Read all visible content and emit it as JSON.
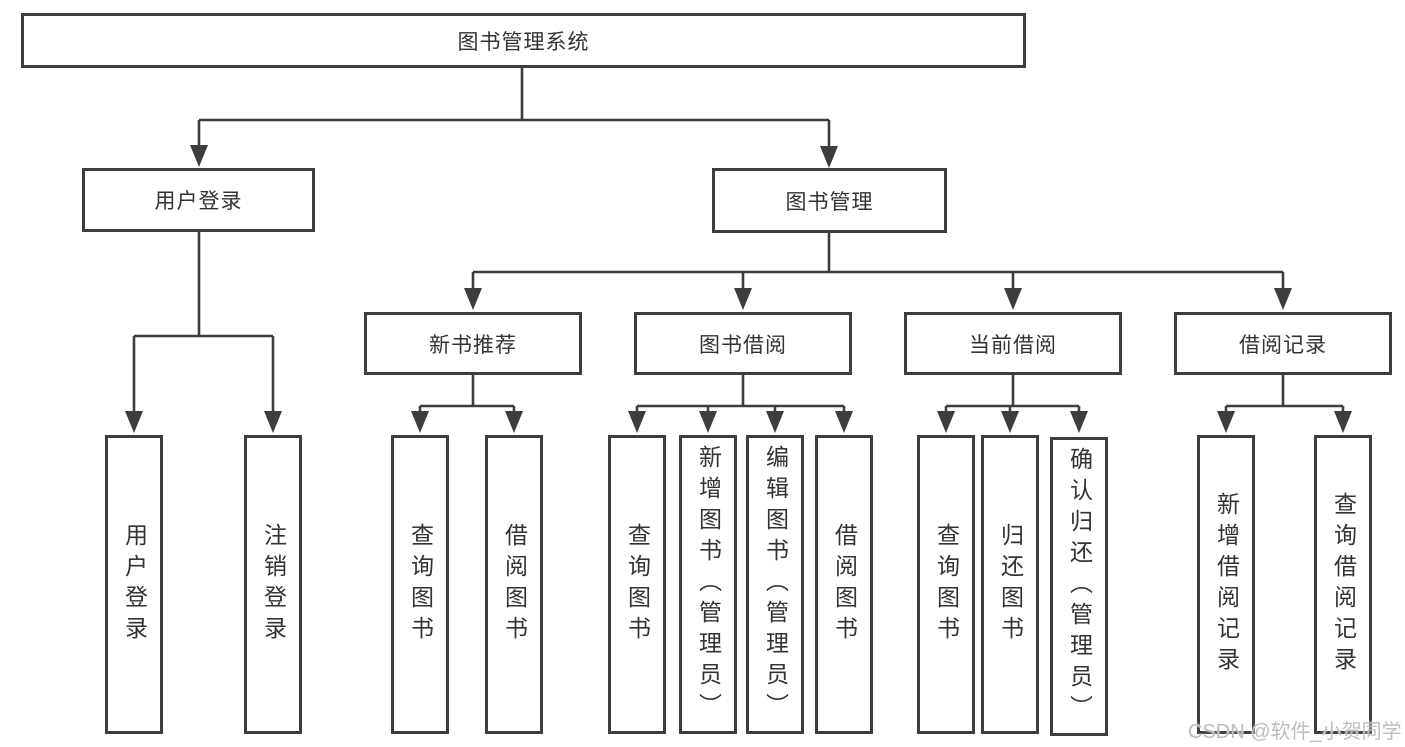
{
  "diagram": {
    "root_label": "图书管理系统",
    "user_login": {
      "label": "用户登录",
      "children": [
        "用户登录",
        "注销登录"
      ]
    },
    "book_mgmt": {
      "label": "图书管理",
      "groups": [
        {
          "label": "新书推荐",
          "children": [
            "查询图书",
            "借阅图书"
          ]
        },
        {
          "label": "图书借阅",
          "children": [
            "查询图书",
            "新增图书（管理员）",
            "编辑图书（管理员）",
            "借阅图书"
          ]
        },
        {
          "label": "当前借阅",
          "children": [
            "查询图书",
            "归还图书",
            "确认归还（管理员）"
          ]
        },
        {
          "label": "借阅记录",
          "children": [
            "新增借阅记录",
            "查询借阅记录"
          ]
        }
      ]
    }
  },
  "watermark": "CSDN @软件_小贺同学",
  "colors": {
    "line": "#3d3d3d",
    "text": "#333333",
    "watermark": "#bdbdbd",
    "background": "#ffffff"
  }
}
